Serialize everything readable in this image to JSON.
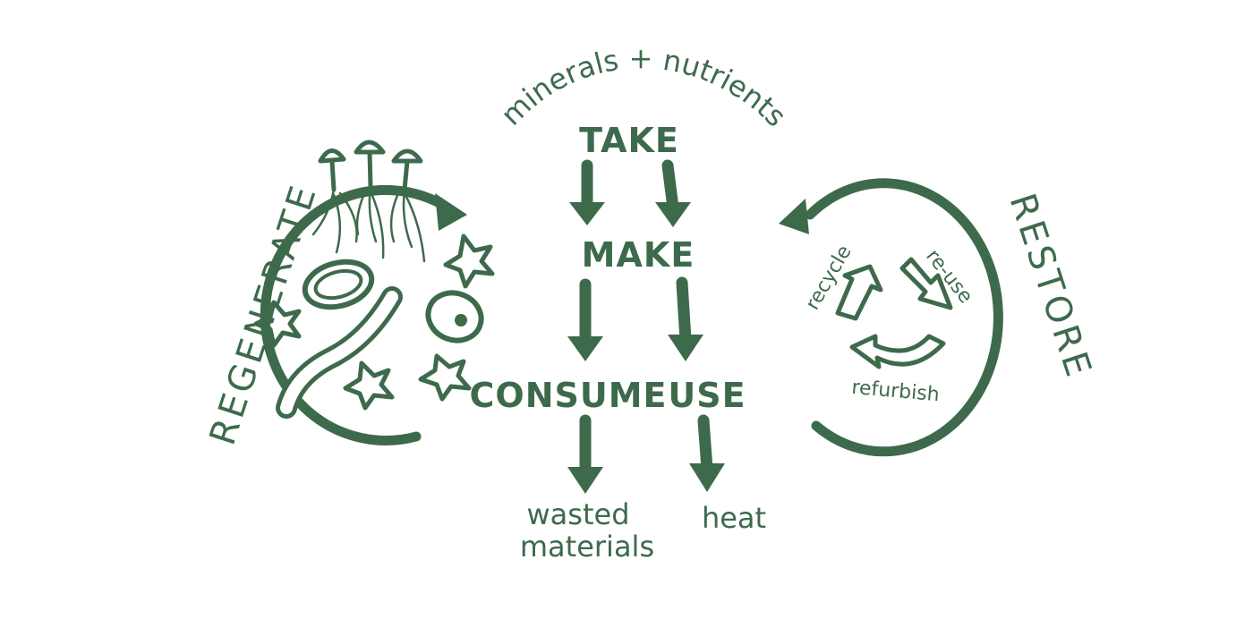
{
  "colors": {
    "ink": "#3e6a4c",
    "background": "#ffffff"
  },
  "labels": {
    "top_arc": "minerals + nutrients",
    "take": "TAKE",
    "make": "MAKE",
    "consume": "CONSUME",
    "use": "USE",
    "wasted": "wasted",
    "materials": "materials",
    "heat": "heat",
    "regenerate": "REGENERATE",
    "restore": "RESTORE",
    "recycle": "recycle",
    "reuse": "re-use",
    "refurbish": "refurbish"
  },
  "icons": [
    "mushroom-icon",
    "worm-icon",
    "microbe-icon",
    "seed-icon",
    "arrow-down-icon",
    "cycle-arrow-icon"
  ]
}
